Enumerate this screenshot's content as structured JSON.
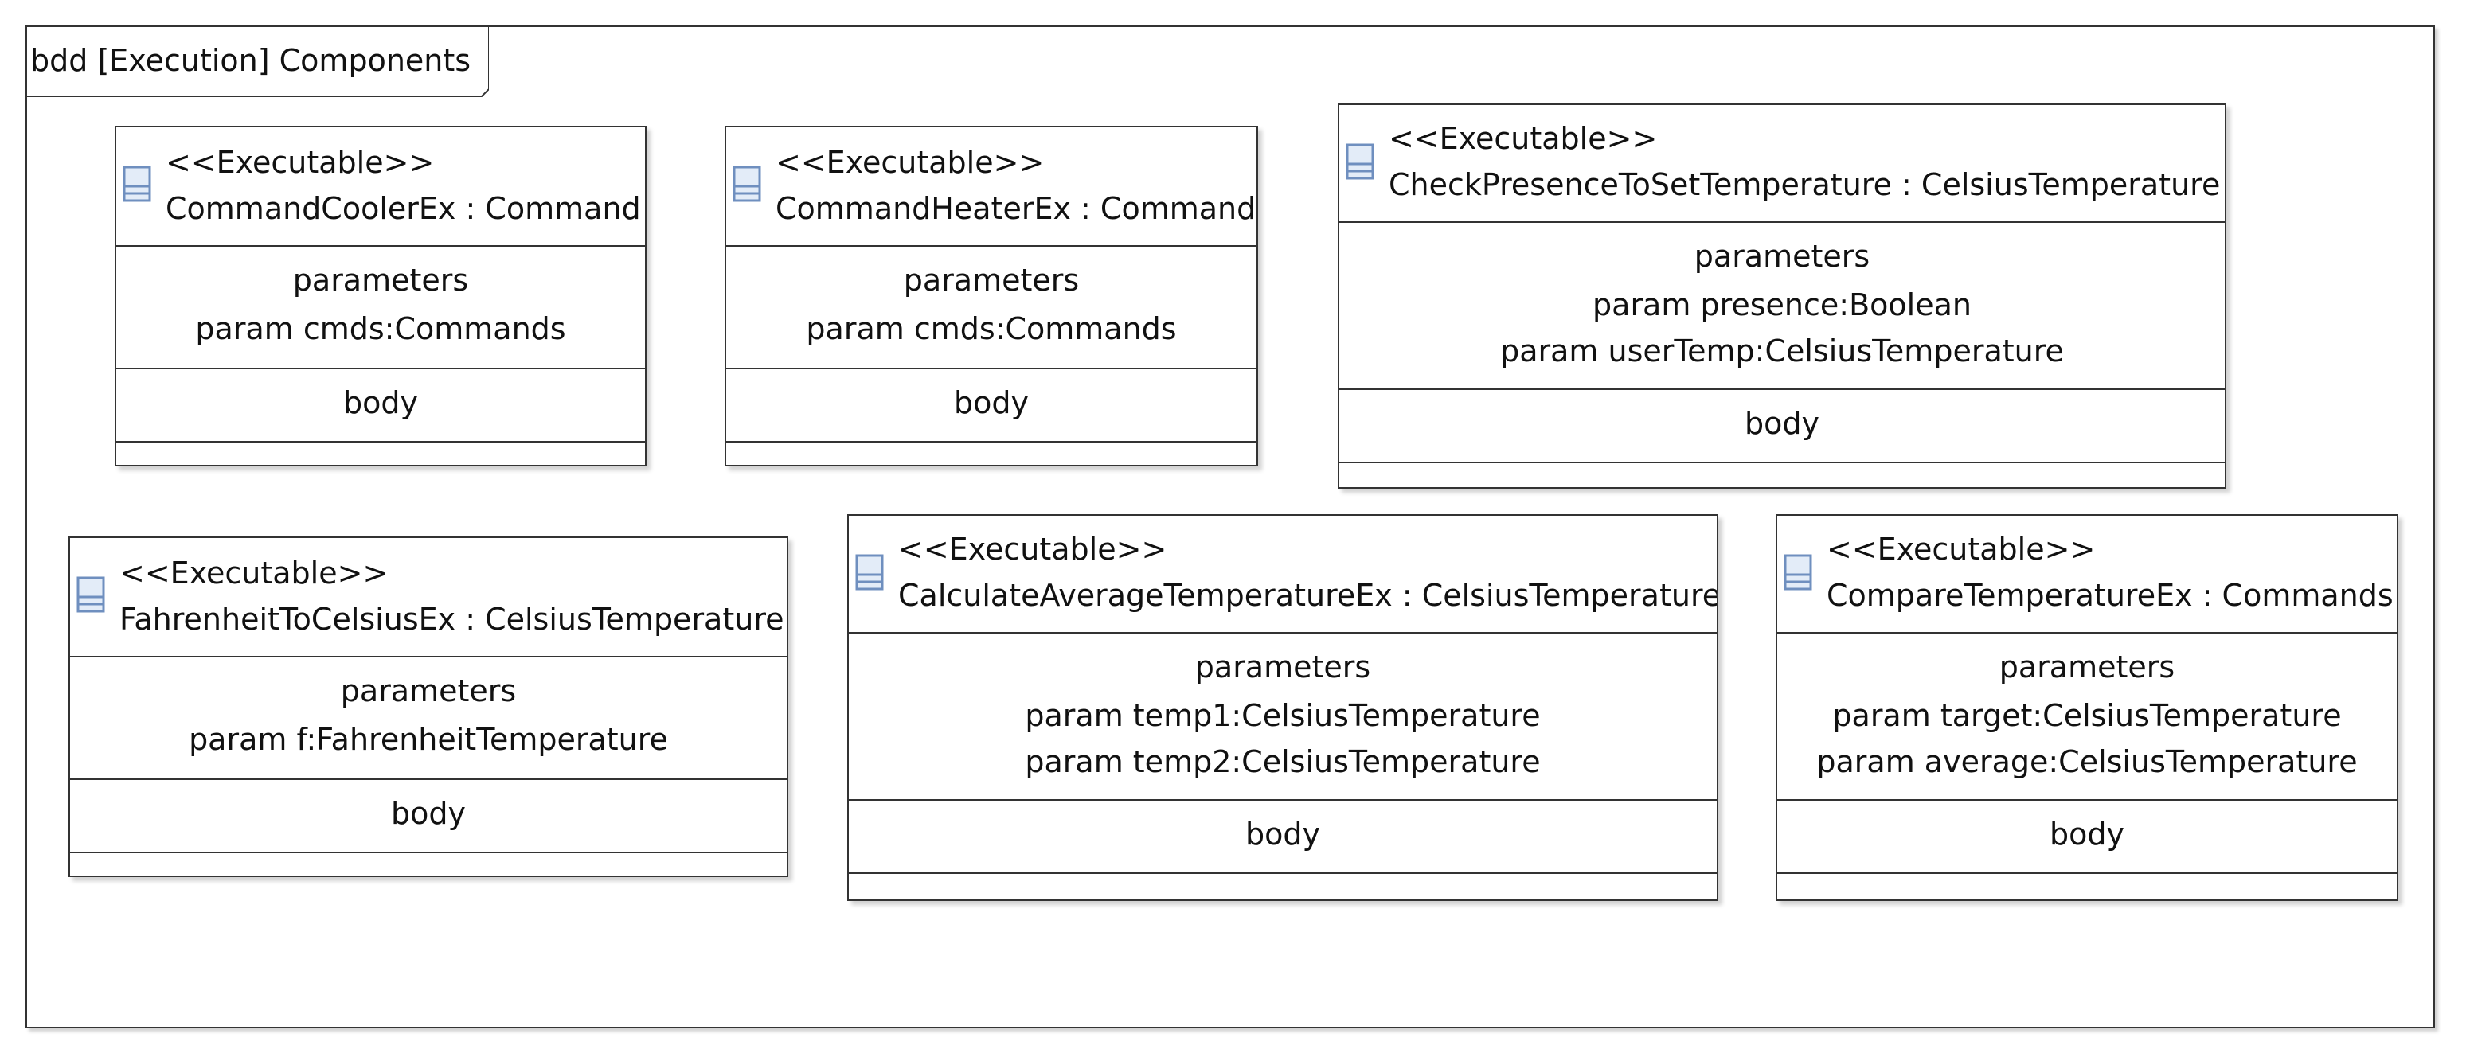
{
  "diagram": {
    "frame_label": "bdd [Execution] Components",
    "blocks": [
      {
        "stereotype": "<<Executable>>",
        "name": "CommandCoolerEx : Command",
        "compartments": {
          "parameters_title": "parameters",
          "params": [
            "param cmds:Commands"
          ],
          "body_title": "body"
        }
      },
      {
        "stereotype": "<<Executable>>",
        "name": "CommandHeaterEx : Command",
        "compartments": {
          "parameters_title": "parameters",
          "params": [
            "param cmds:Commands"
          ],
          "body_title": "body"
        }
      },
      {
        "stereotype": "<<Executable>>",
        "name": "CheckPresenceToSetTemperature : CelsiusTemperature",
        "compartments": {
          "parameters_title": "parameters",
          "params": [
            "param presence:Boolean",
            "param userTemp:CelsiusTemperature"
          ],
          "body_title": "body"
        }
      },
      {
        "stereotype": "<<Executable>>",
        "name": "FahrenheitToCelsiusEx : CelsiusTemperature",
        "compartments": {
          "parameters_title": "parameters",
          "params": [
            "param f:FahrenheitTemperature"
          ],
          "body_title": "body"
        }
      },
      {
        "stereotype": "<<Executable>>",
        "name": "CalculateAverageTemperatureEx : CelsiusTemperature",
        "compartments": {
          "parameters_title": "parameters",
          "params": [
            "param temp1:CelsiusTemperature",
            "param temp2:CelsiusTemperature"
          ],
          "body_title": "body"
        }
      },
      {
        "stereotype": "<<Executable>>",
        "name": "CompareTemperatureEx : Commands",
        "compartments": {
          "parameters_title": "parameters",
          "params": [
            "param target:CelsiusTemperature",
            "param average:CelsiusTemperature"
          ],
          "body_title": "body"
        }
      }
    ],
    "colors": {
      "border": "#333333",
      "icon_stroke": "#6f8fbf",
      "icon_fill": "#e3ecf8",
      "background": "#ffffff"
    },
    "icons": [
      "block-icon"
    ]
  }
}
